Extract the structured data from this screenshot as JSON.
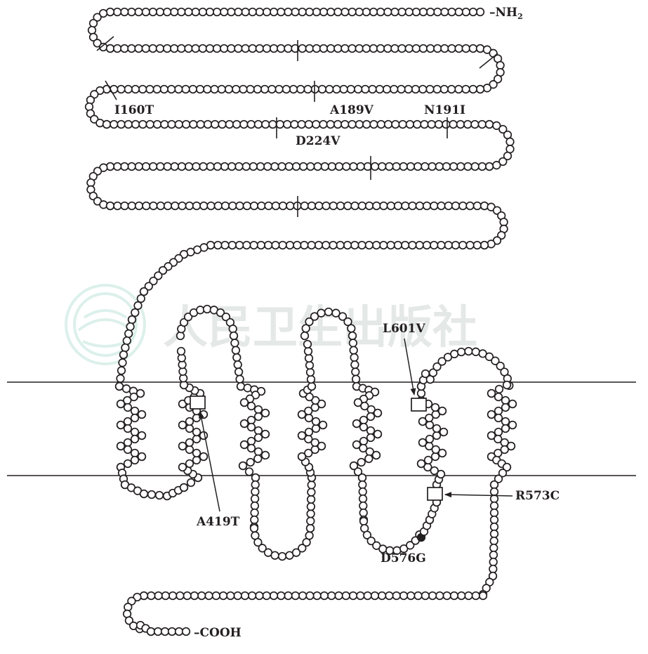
{
  "termini": {
    "n_terminus": "–NH",
    "n_subscript": "2",
    "c_terminus": "–COOH"
  },
  "mutations": [
    {
      "id": "i160t",
      "label": "I160T"
    },
    {
      "id": "a189v",
      "label": "A189V"
    },
    {
      "id": "n191i",
      "label": "N191I"
    },
    {
      "id": "d224v",
      "label": "D224V"
    },
    {
      "id": "l601v",
      "label": "L601V"
    },
    {
      "id": "a419t",
      "label": "A419T"
    },
    {
      "id": "r573c",
      "label": "R573C"
    },
    {
      "id": "d576g",
      "label": "D576G"
    }
  ],
  "watermark": {
    "text": "人民卫生出版社",
    "color": "#e2e6e4"
  },
  "colors": {
    "ink": "#231f20",
    "residue_fill": "#ffffff",
    "highlight_residue": "#231f20"
  }
}
